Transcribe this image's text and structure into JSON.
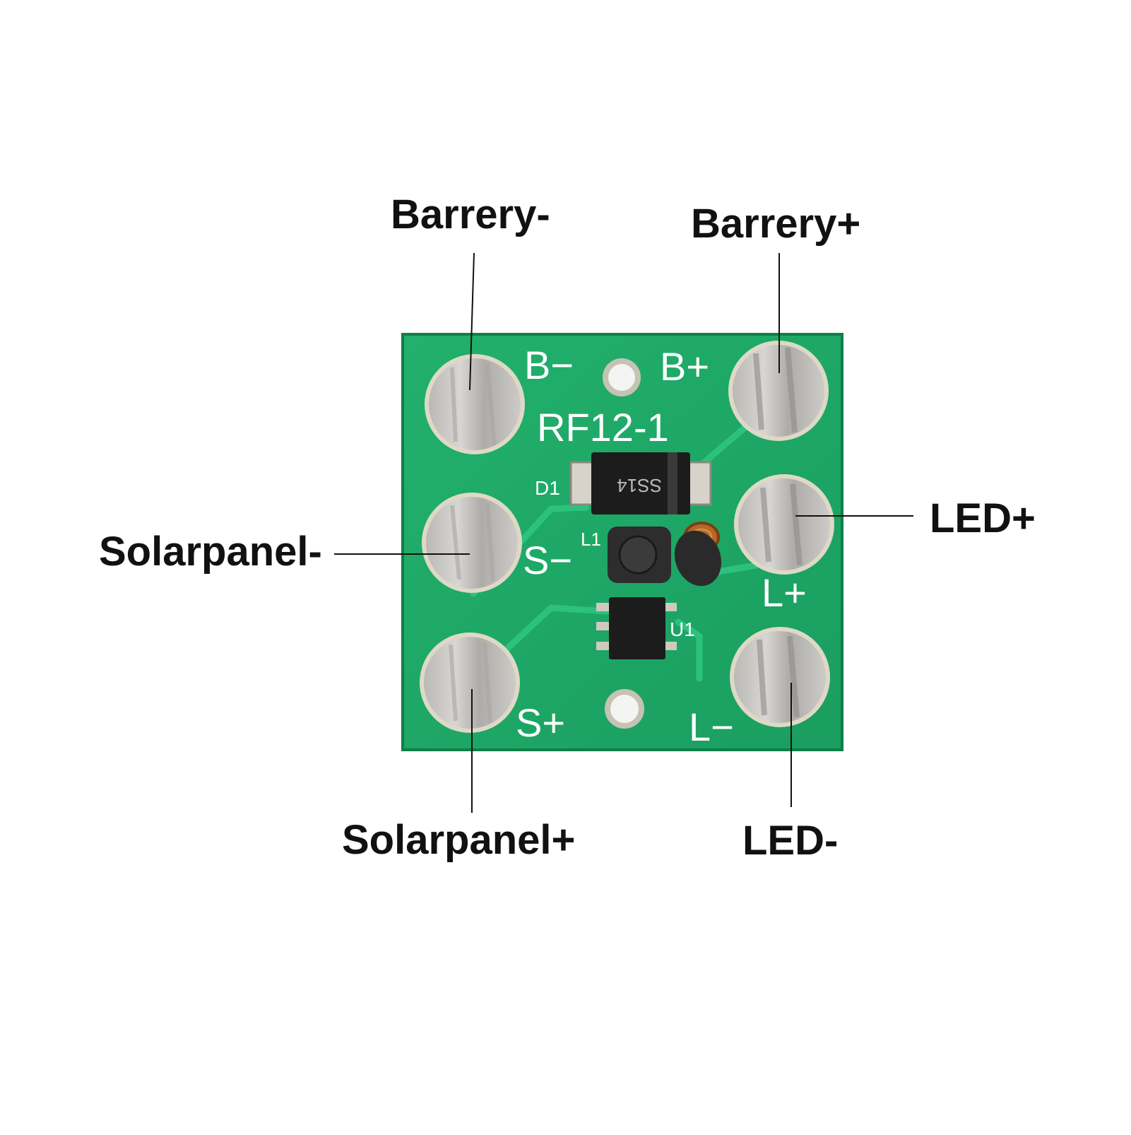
{
  "callouts": {
    "battery_minus": "Barrery-",
    "battery_plus": "Barrery+",
    "led_plus": "LED+",
    "solar_minus": "Solarpanel-",
    "solar_plus": "Solarpanel+",
    "led_minus": "LED-"
  },
  "board": {
    "model": "RF12-1",
    "pads": {
      "b_minus": "B−",
      "b_plus": "B+",
      "s_minus": "S−",
      "s_plus": "S+",
      "l_plus": "L+",
      "l_minus": "L−"
    },
    "components": {
      "diode_ref": "D1",
      "diode_marking": "SS14",
      "inductor_ref": "L1",
      "ic_ref": "U1"
    }
  },
  "colors": {
    "pcb": "#1fae6a",
    "pad": "#c9c7c3",
    "silkscreen": "#ffffff",
    "label_text": "#111111"
  }
}
